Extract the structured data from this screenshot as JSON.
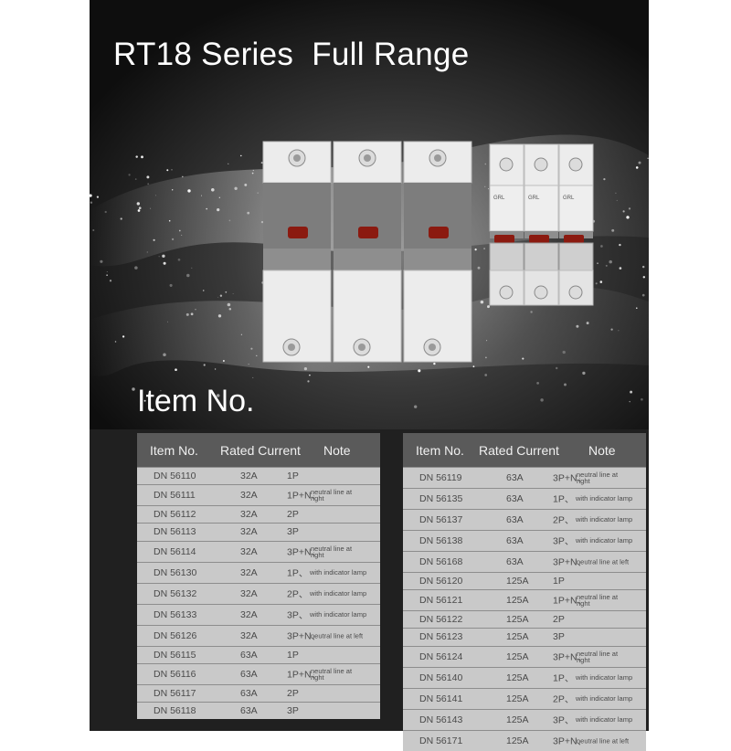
{
  "title": "RT18 Series  Full Range",
  "item_heading": "Item No.",
  "headers": {
    "item": "Item No.",
    "current": "Rated Current",
    "note": "Note"
  },
  "left_table": [
    {
      "item": "DN 56110",
      "current": "32A",
      "note": "1P",
      "extra": ""
    },
    {
      "item": "DN 56111",
      "current": "32A",
      "note": "1P+N、",
      "extra": "neutral line at right"
    },
    {
      "item": "DN 56112",
      "current": "32A",
      "note": "2P",
      "extra": ""
    },
    {
      "item": "DN 56113",
      "current": "32A",
      "note": "3P",
      "extra": ""
    },
    {
      "item": "DN 56114",
      "current": "32A",
      "note": "3P+N、",
      "extra": "neutral line at right"
    },
    {
      "item": "DN 56130",
      "current": "32A",
      "note": "1P、",
      "extra": "with indicator lamp"
    },
    {
      "item": "DN 56132",
      "current": "32A",
      "note": "2P、",
      "extra": "with indicator lamp"
    },
    {
      "item": "DN 56133",
      "current": "32A",
      "note": "3P、",
      "extra": "with indicator lamp"
    },
    {
      "item": "DN 56126",
      "current": "32A",
      "note": "3P+N、",
      "extra": "neutral line at left"
    },
    {
      "item": "DN 56115",
      "current": "63A",
      "note": "1P",
      "extra": ""
    },
    {
      "item": "DN 56116",
      "current": "63A",
      "note": "1P+N、",
      "extra": "neutral line at right"
    },
    {
      "item": "DN 56117",
      "current": "63A",
      "note": "2P",
      "extra": ""
    },
    {
      "item": "DN 56118",
      "current": "63A",
      "note": "3P",
      "extra": ""
    }
  ],
  "right_table": [
    {
      "item": "DN 56119",
      "current": "63A",
      "note": "3P+N、",
      "extra": "neutral line at right"
    },
    {
      "item": "DN 56135",
      "current": "63A",
      "note": "1P、",
      "extra": "with indicator lamp"
    },
    {
      "item": "DN 56137",
      "current": "63A",
      "note": "2P、",
      "extra": "with indicator lamp"
    },
    {
      "item": "DN 56138",
      "current": "63A",
      "note": "3P、",
      "extra": "with indicator lamp"
    },
    {
      "item": "DN 56168",
      "current": "63A",
      "note": "3P+N、",
      "extra": "neutral line at left"
    },
    {
      "item": "DN 56120",
      "current": "125A",
      "note": "1P",
      "extra": ""
    },
    {
      "item": "DN 56121",
      "current": "125A",
      "note": "1P+N、",
      "extra": "neutral line at right"
    },
    {
      "item": "DN 56122",
      "current": "125A",
      "note": "2P",
      "extra": ""
    },
    {
      "item": "DN 56123",
      "current": "125A",
      "note": "3P",
      "extra": ""
    },
    {
      "item": "DN 56124",
      "current": "125A",
      "note": "3P+N、",
      "extra": "neutral line at right"
    },
    {
      "item": "DN 56140",
      "current": "125A",
      "note": "1P、",
      "extra": "with indicator lamp"
    },
    {
      "item": "DN 56141",
      "current": "125A",
      "note": "2P、",
      "extra": "with indicator lamp"
    },
    {
      "item": "DN 56143",
      "current": "125A",
      "note": "3P、",
      "extra": "with indicator lamp"
    },
    {
      "item": "DN 56171",
      "current": "125A",
      "note": "3P+N、",
      "extra": "neutral line at left"
    }
  ],
  "product": {
    "large_units": 3,
    "small_units": 3,
    "small_label": "GRL"
  },
  "colors": {
    "header_bg": "#5a5a5a",
    "row_bg": "#c9c9c9",
    "indicator": "#8b1a10",
    "module_body": "#ececec",
    "module_band": "#7d7d7d"
  }
}
